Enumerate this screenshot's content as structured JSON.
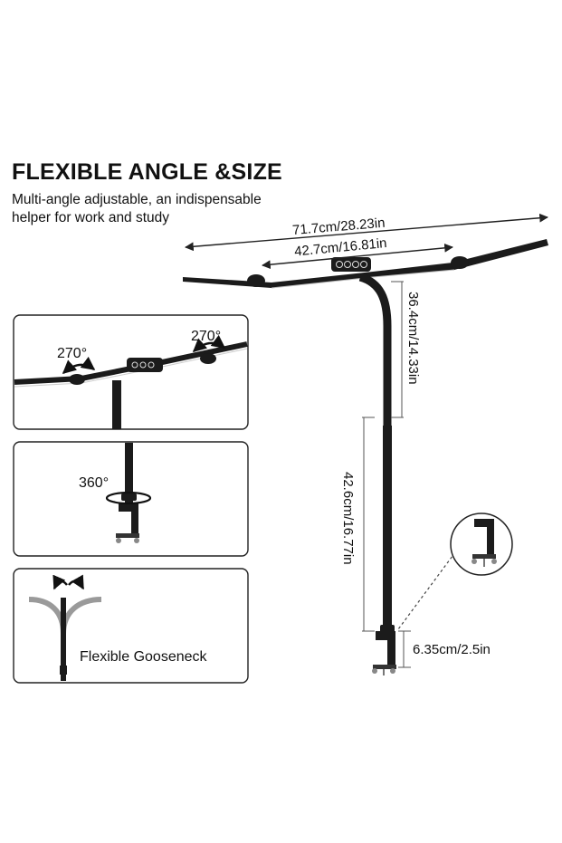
{
  "heading": {
    "title": "FLEXIBLE ANGLE &SIZE",
    "line1": "Multi-angle adjustable, an indispensable",
    "line2": "helper for work and study"
  },
  "dimensions": {
    "total_width": "71.7cm/28.23in",
    "light_bar_width": "42.7cm/16.81in",
    "upper_height": "36.4cm/14.33in",
    "lower_height": "42.6cm/16.77in",
    "clamp_height": "6.35cm/2.5in"
  },
  "panels": {
    "rotation_left": "270°",
    "rotation_right": "270°",
    "rotation_base": "360°",
    "gooseneck": "Flexible Gooseneck"
  }
}
